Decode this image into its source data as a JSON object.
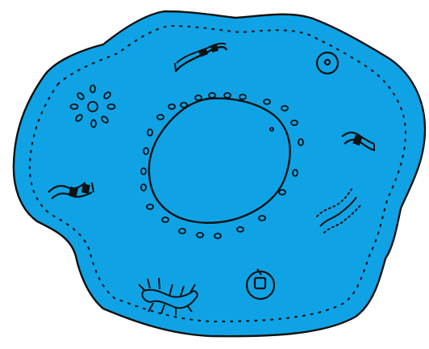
{
  "illustration": {
    "subject": "cell",
    "style": "hand-drawn line art",
    "fill_color": "#0FA3E6",
    "line_color": "#111111",
    "background_color": "#FFFFFF",
    "parts": [
      "cell-membrane",
      "nucleus",
      "nucleus-pores",
      "cytoplasm-granules",
      "star-organelle",
      "round-vacuole",
      "square-core-organelle",
      "rod-organelles",
      "dotted-strand",
      "spiky-organelle"
    ]
  }
}
